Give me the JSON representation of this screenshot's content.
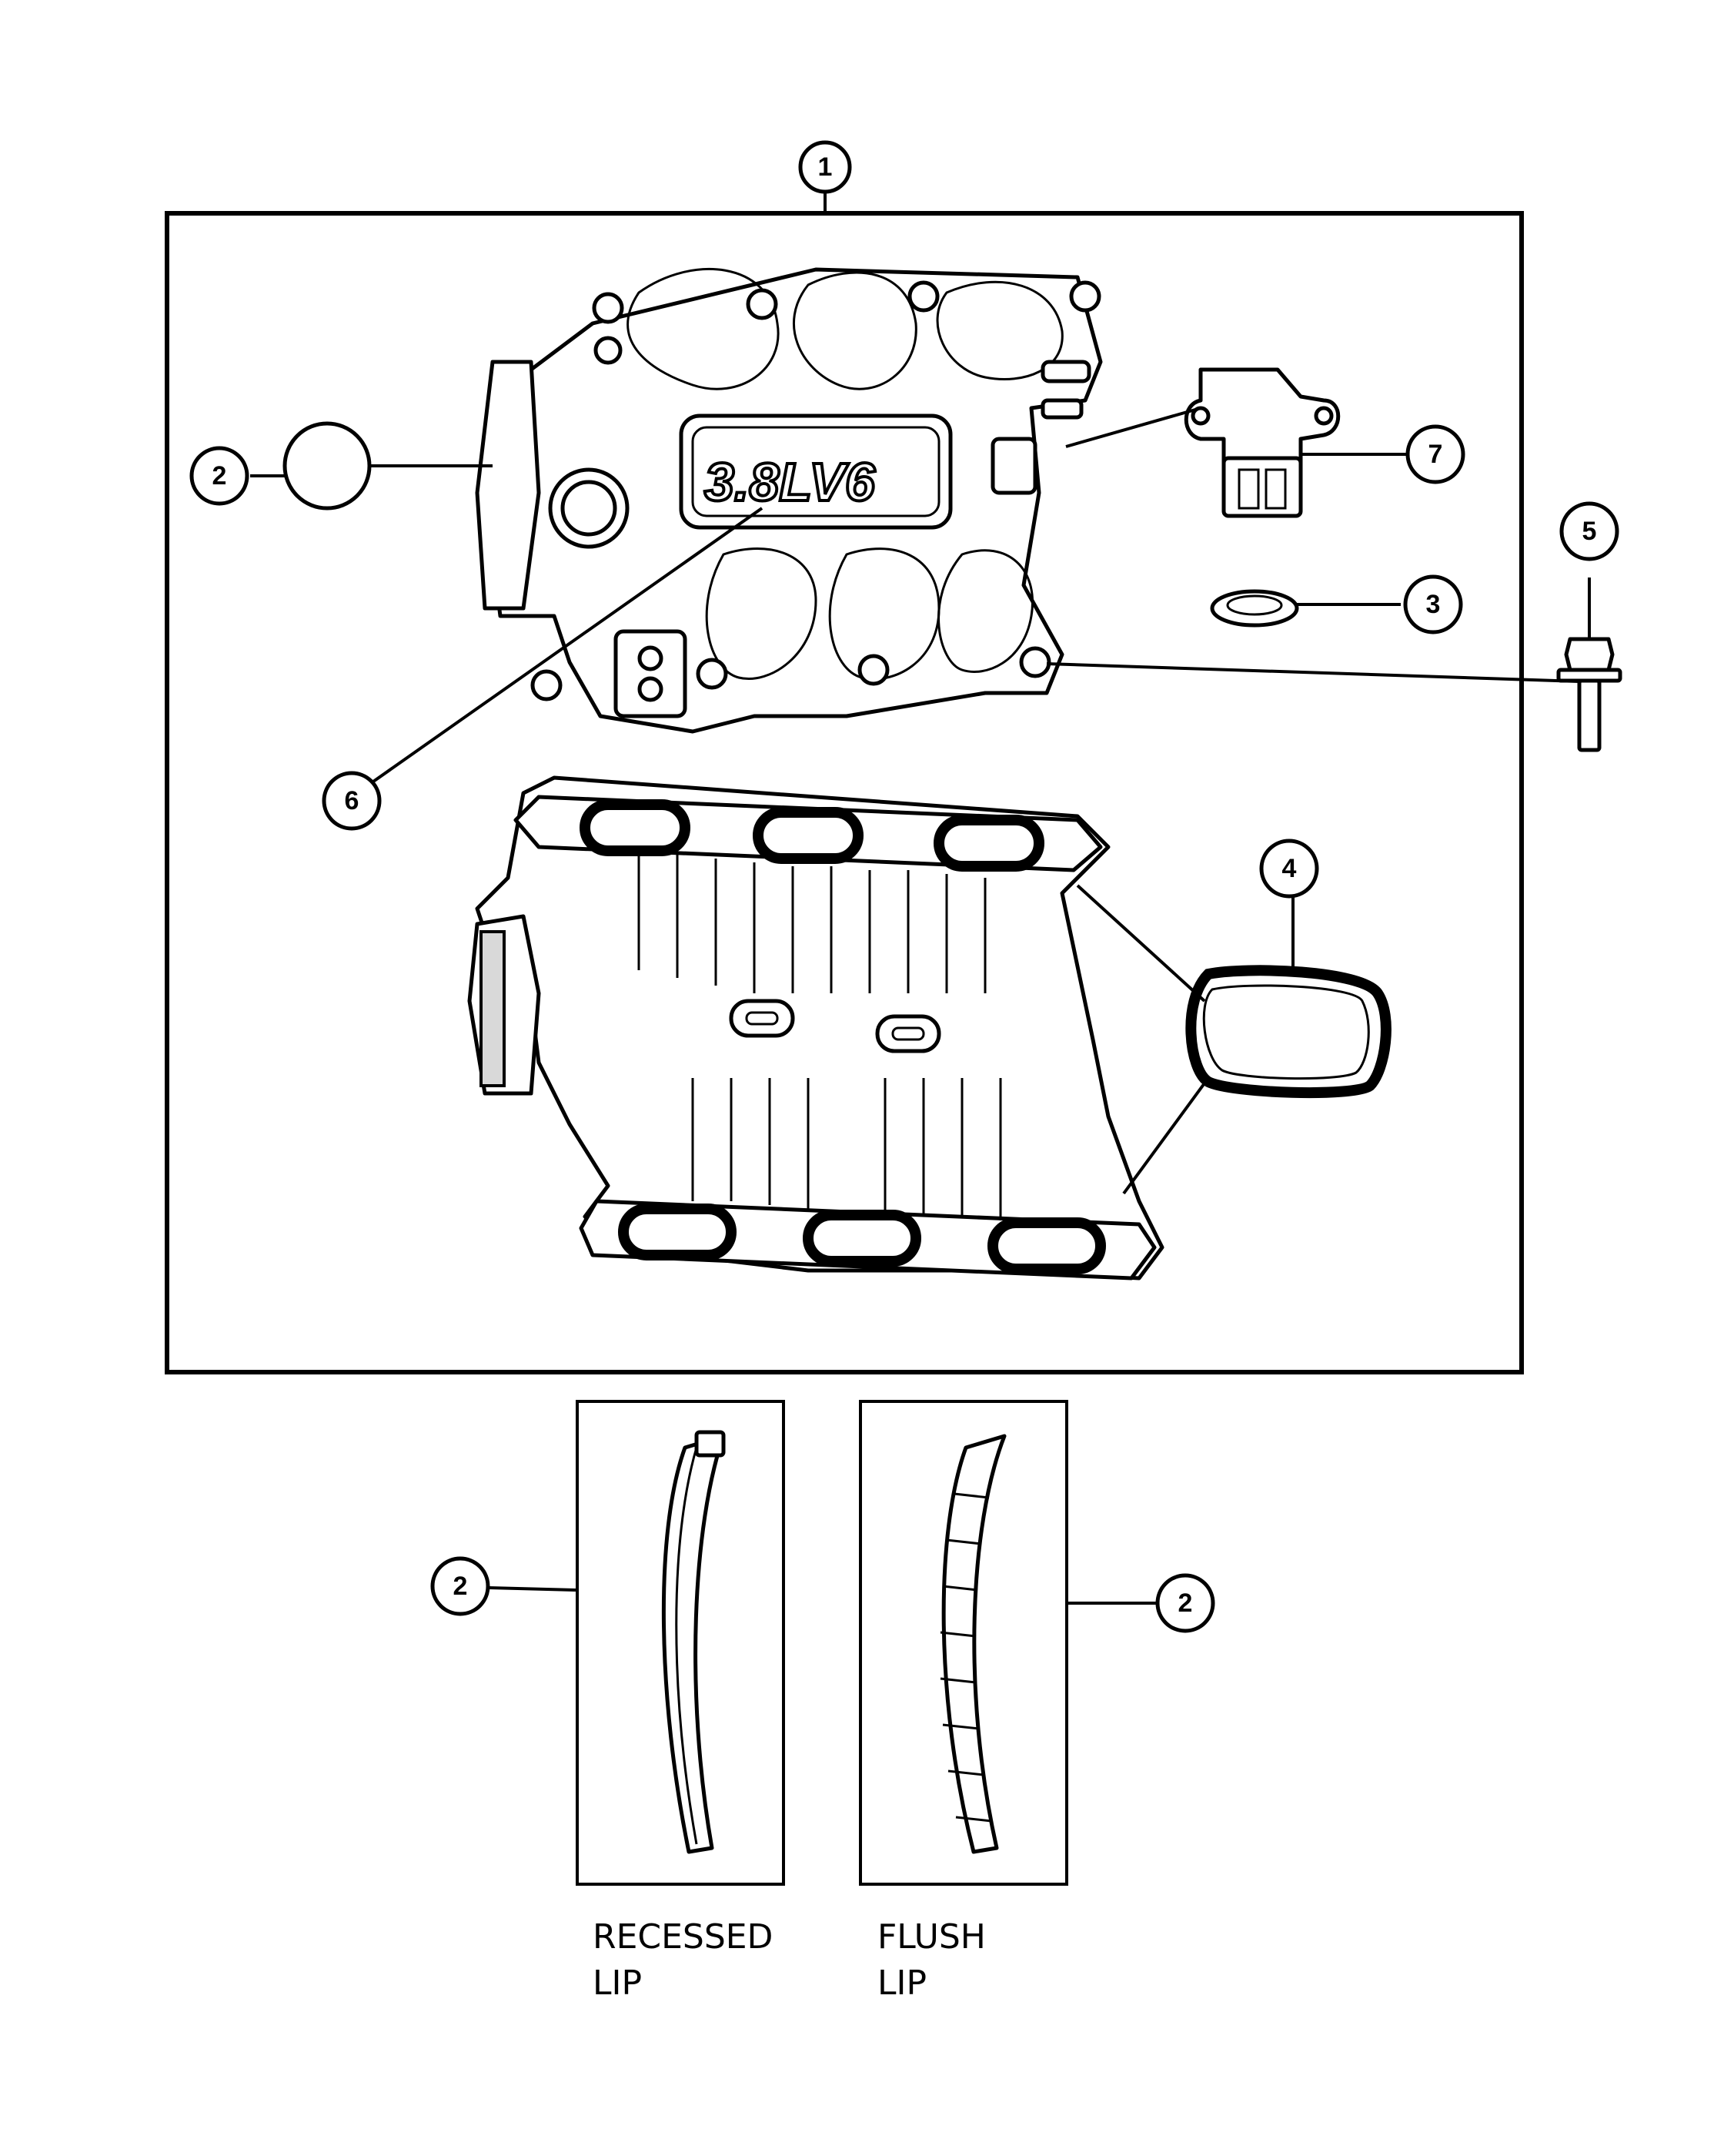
{
  "diagram": {
    "callouts": [
      {
        "id": "1",
        "label": "1"
      },
      {
        "id": "2a",
        "label": "2"
      },
      {
        "id": "7",
        "label": "7"
      },
      {
        "id": "5",
        "label": "5"
      },
      {
        "id": "3",
        "label": "3"
      },
      {
        "id": "6",
        "label": "6"
      },
      {
        "id": "4",
        "label": "4"
      },
      {
        "id": "2b",
        "label": "2"
      },
      {
        "id": "2c",
        "label": "2"
      }
    ],
    "logo_text": "3.8LV6",
    "lip_captions": {
      "recessed_line1": "RECESSED",
      "recessed_line2": "LIP",
      "flush_line1": "FLUSH",
      "flush_line2": "LIP"
    }
  }
}
